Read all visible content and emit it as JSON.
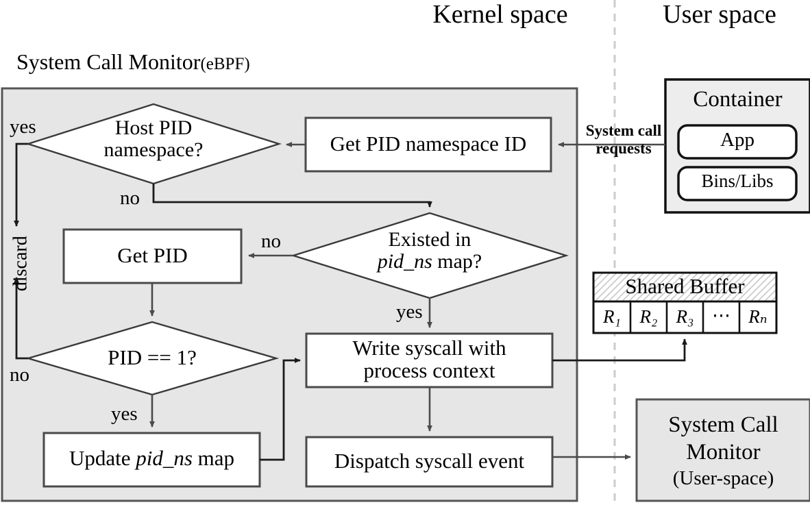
{
  "headers": {
    "kernel_space": "Kernel space",
    "user_space": "User space"
  },
  "panel": {
    "title_main": "System Call Monitor",
    "title_paren": "(eBPF)",
    "fill": "#e6e6e6",
    "stroke": "#555555"
  },
  "flow": {
    "decision_host_pid": "Host PID\nnamespace?",
    "decision_host_pid_l1": "Host PID",
    "decision_host_pid_l2": "namespace?",
    "get_ns_id": "Get PID namespace ID",
    "decision_existed_l1": "Existed in",
    "decision_existed_l2_italic": "pid_ns",
    "decision_existed_l2_rest": " map?",
    "get_pid": "Get PID",
    "decision_pid_eq1": "PID == 1?",
    "update_map_pre": "Update ",
    "update_map_italic": "pid_ns",
    "update_map_post": " map",
    "write_syscall_l1": "Write syscall with",
    "write_syscall_l2": "process context",
    "dispatch": "Dispatch syscall event"
  },
  "edge_labels": {
    "yes_top": "yes",
    "no_top": "no",
    "no_existed": "no",
    "yes_existed": "yes",
    "no_pid1": "no",
    "yes_pid1": "yes",
    "discard": "discard",
    "syscall_requests_l1": "System call",
    "syscall_requests_l2": "requests"
  },
  "container": {
    "title": "Container",
    "app": "App",
    "bins": "Bins/Libs",
    "fill": "#ededed"
  },
  "shared_buffer": {
    "title": "Shared Buffer",
    "cells": [
      "R",
      "R",
      "R",
      "⋯",
      "R"
    ],
    "cell_labels": [
      "R₁",
      "R₂",
      "R₃",
      "⋯",
      "Rₙ"
    ],
    "subscripts": [
      "1",
      "2",
      "3",
      "",
      "N"
    ]
  },
  "user_monitor": {
    "line1": "System Call",
    "line2": "Monitor",
    "line3": "(User-space)",
    "fill": "#e6e6e6"
  },
  "divider": {
    "color": "#cccccc",
    "style": "dashed"
  }
}
